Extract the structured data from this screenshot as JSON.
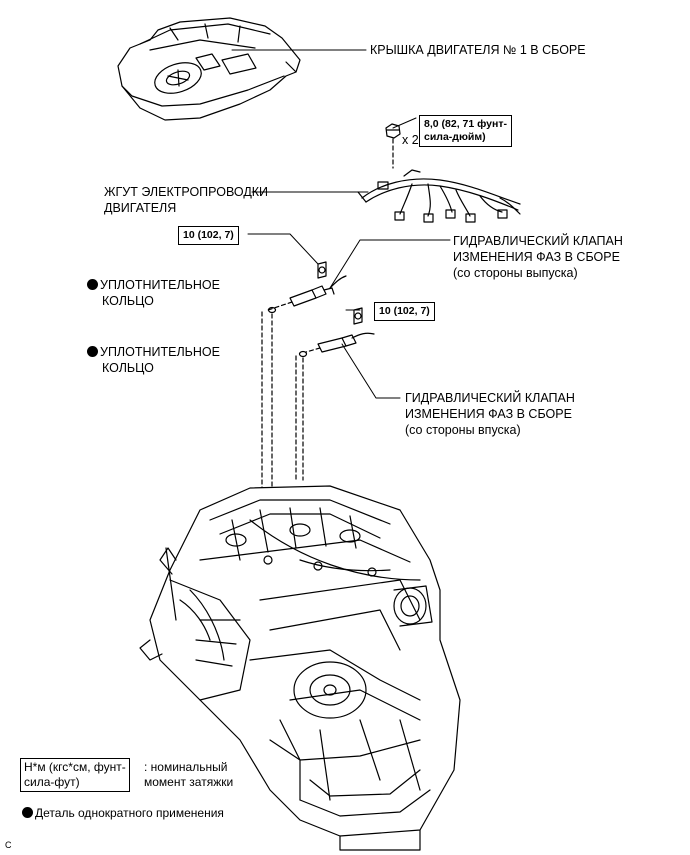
{
  "labels": {
    "engine_cover": "КРЫШКА ДВИГАТЕЛЯ № 1 В СБОРЕ",
    "harness_line1": "ЖГУТ ЭЛЕКТРОПРОВОДКИ",
    "harness_line2": "ДВИГАТЕЛЯ",
    "valve_exhaust_line1": "ГИДРАВЛИЧЕСКИЙ КЛАПАН",
    "valve_exhaust_line2": "ИЗМЕНЕНИЯ ФАЗ В СБОРЕ",
    "valve_exhaust_line3": "(со стороны выпуска)",
    "valve_intake_line1": "ГИДРАВЛИЧЕСКИЙ КЛАПАН",
    "valve_intake_line2": "ИЗМЕНЕНИЯ ФАЗ В СБОРЕ",
    "valve_intake_line3": "(со стороны впуска)",
    "oring1_line1": "УПЛОТНИТЕЛЬНОЕ",
    "oring1_line2": "КОЛЬЦО",
    "oring2_line1": "УПЛОТНИТЕЛЬНОЕ",
    "oring2_line2": "КОЛЬЦО",
    "quantity": "x 2"
  },
  "torques": {
    "nut_line1": "8,0 (82, 71 фунт-",
    "nut_line2": "сила-дюйм)",
    "bolt_exhaust": "10 (102, 7)",
    "bolt_intake": "10 (102, 7)"
  },
  "legend": {
    "unit_line1": "Н*м (кгс*см, фунт-",
    "unit_line2": "сила-фут)",
    "unit_desc_line1": ": номинальный",
    "unit_desc_line2": "момент затяжки",
    "nonreusable": "Деталь однократного применения"
  },
  "corner_code": "C"
}
